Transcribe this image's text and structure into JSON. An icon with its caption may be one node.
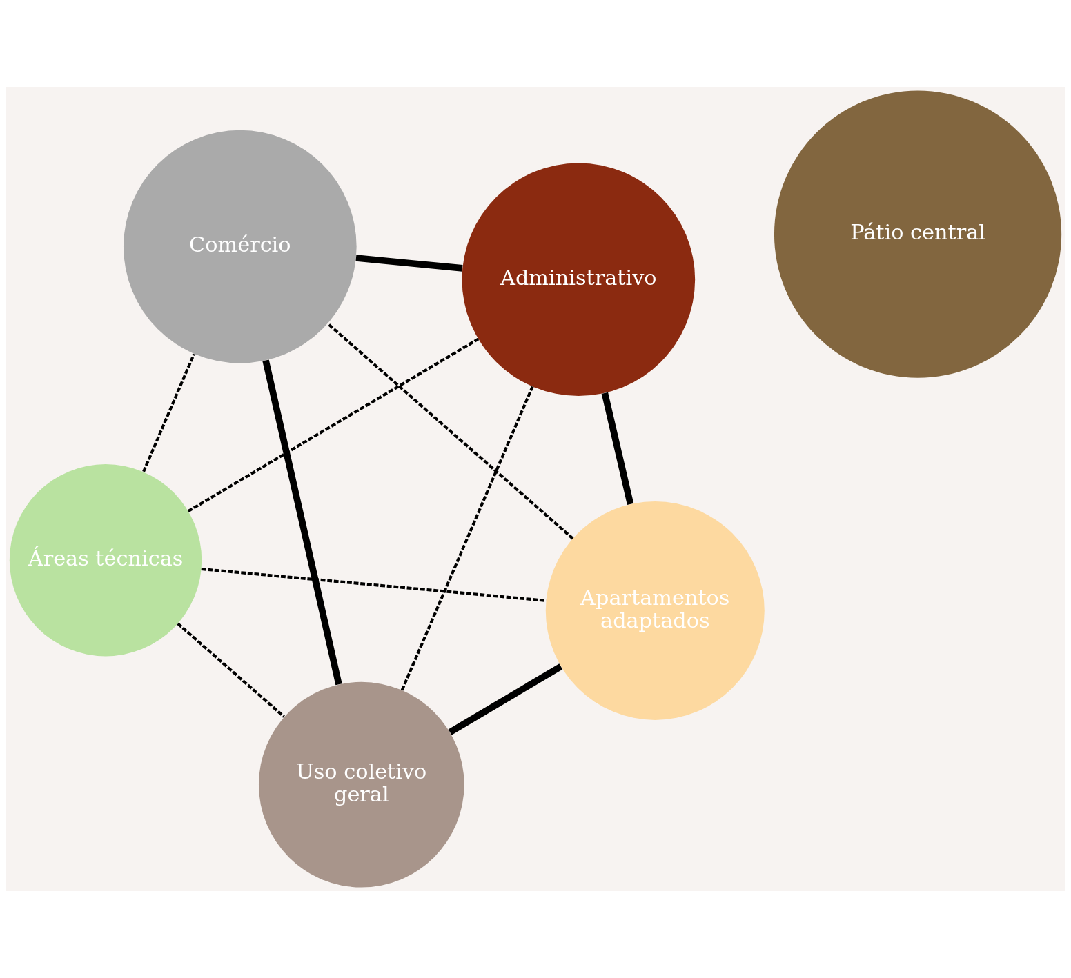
{
  "diagram": {
    "nodes": [
      {
        "text": [
          "Áreas técnicas"
        ]
      },
      {
        "text": [
          "Apartamentos adaptados"
        ]
      },
      {
        "text": [
          "Uso coletivo geral"
        ]
      },
      {
        "text": [
          "Pátio central"
        ]
      },
      {
        "text": [
          "Comércio"
        ]
      },
      {
        "text": [
          "Administrativo"
        ]
      }
    ],
    "edges": [
      {
        "from": 2,
        "to": 1,
        "arrow": "none",
        "style": "thick"
      },
      {
        "from": 1,
        "to": 5,
        "arrow": "none",
        "style": "thick"
      },
      {
        "from": 4,
        "to": 5,
        "arrow": "none",
        "style": "thick"
      },
      {
        "from": 2,
        "to": 4,
        "arrow": "none",
        "style": "thick"
      },
      {
        "from": 0,
        "to": 1,
        "arrow": "none",
        "style": "dashed"
      },
      {
        "from": 0,
        "to": 2,
        "arrow": "none",
        "style": "dashed"
      },
      {
        "from": 0,
        "to": 4,
        "arrow": "none",
        "style": "dashed"
      },
      {
        "from": 0,
        "to": 5,
        "arrow": "none",
        "style": "dashed"
      },
      {
        "from": 2,
        "to": 5,
        "arrow": "none",
        "style": "dashed"
      },
      {
        "from": 1,
        "to": 4,
        "arrow": "none",
        "style": "dashed"
      }
    ]
  }
}
